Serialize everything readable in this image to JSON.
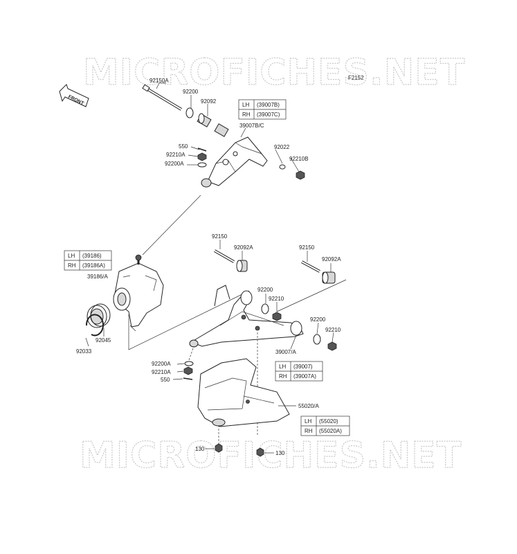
{
  "watermark": "MICROFICHES.NET",
  "figure_code": "F2152",
  "front_arrow": "FRONT",
  "labels": {
    "p92150A": "92150A",
    "p92200_top": "92200",
    "p92092": "92092",
    "p39007BC": "39007B/C",
    "p550_top": "550",
    "p92210A_top": "92210A",
    "p92200A_top": "92200A",
    "p92022": "92022",
    "p92210B": "92210B",
    "p92150_left": "92150",
    "p92092A_left": "92092A",
    "p92150_right": "92150",
    "p92092A_right": "92092A",
    "p92200_mid": "92200",
    "p92210_mid": "92210",
    "p92200_right": "92200",
    "p92210_right": "92210",
    "p39186A": "39186/A",
    "p92045": "92045",
    "p92033": "92033",
    "p39007A": "39007/A",
    "p92200A_bot": "92200A",
    "p92210A_bot": "92210A",
    "p550_bot": "550",
    "p55020A": "55020/A",
    "p130_left": "130",
    "p130_right": "130"
  },
  "tables": {
    "upper_arm": {
      "lh_label": "LH",
      "lh_part": "(39007B)",
      "rh_label": "RH",
      "rh_part": "(39007C)"
    },
    "knuckle": {
      "lh_label": "LH",
      "lh_part": "(39186)",
      "rh_label": "RH",
      "rh_part": "(39186A)"
    },
    "lower_arm": {
      "lh_label": "LH",
      "lh_part": "(39007)",
      "rh_label": "RH",
      "rh_part": "(39007A)"
    },
    "guard": {
      "lh_label": "LH",
      "lh_part": "(55020)",
      "rh_label": "RH",
      "rh_part": "(55020A)"
    }
  }
}
